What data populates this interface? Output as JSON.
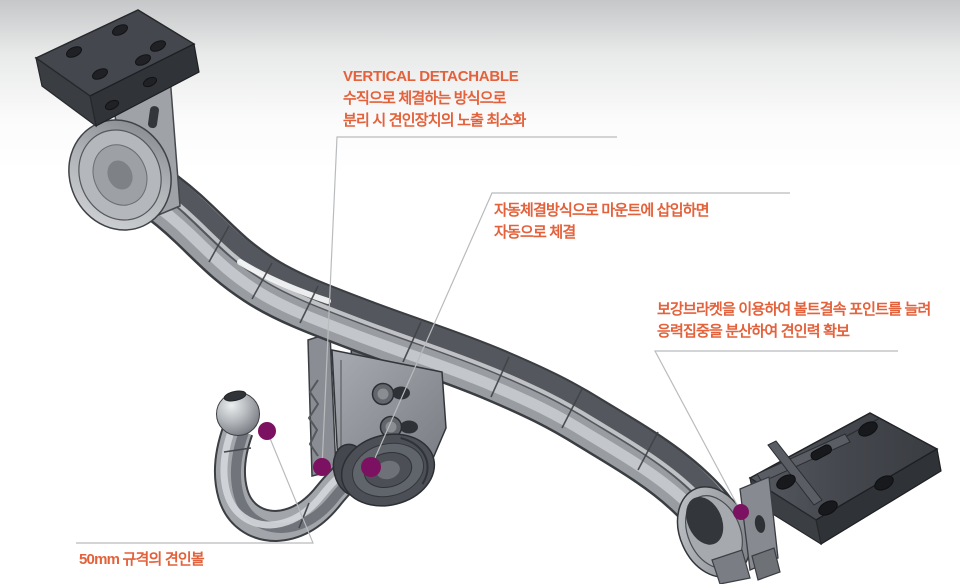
{
  "illustration": {
    "alt": "3D CAD rendering of a vertical detachable tow hitch crossbar with mounting brackets, auto-locking coupler and 50mm tow ball",
    "marker_count": 4
  },
  "annotations": {
    "vertical_detachable": {
      "title": "VERTICAL DETACHABLE",
      "line1": "수직으로 체결하는 방식으로",
      "line2": "분리 시 견인장치의 노출 최소화"
    },
    "auto_coupling": {
      "line1": "자동체결방식으로 마운트에 삽입하면",
      "line2": "자동으로 체결"
    },
    "reinforced_bracket": {
      "line1": "보강브라켓을 이용하여 볼트결속 포인트를 늘려",
      "line2": "응력집중을 분산하여 견인력 확보"
    },
    "tow_ball": {
      "line1": "50mm 규격의 견인볼"
    }
  },
  "colors": {
    "accent": "#e3613b",
    "leader_line": "#b9bbbd",
    "marker": "#7d1161",
    "metal_dark": "#44474d",
    "metal_mid": "#999da2",
    "metal_light": "#d2d5d8",
    "background_top": "#c5c7c8",
    "background_bottom": "#ffffff"
  }
}
